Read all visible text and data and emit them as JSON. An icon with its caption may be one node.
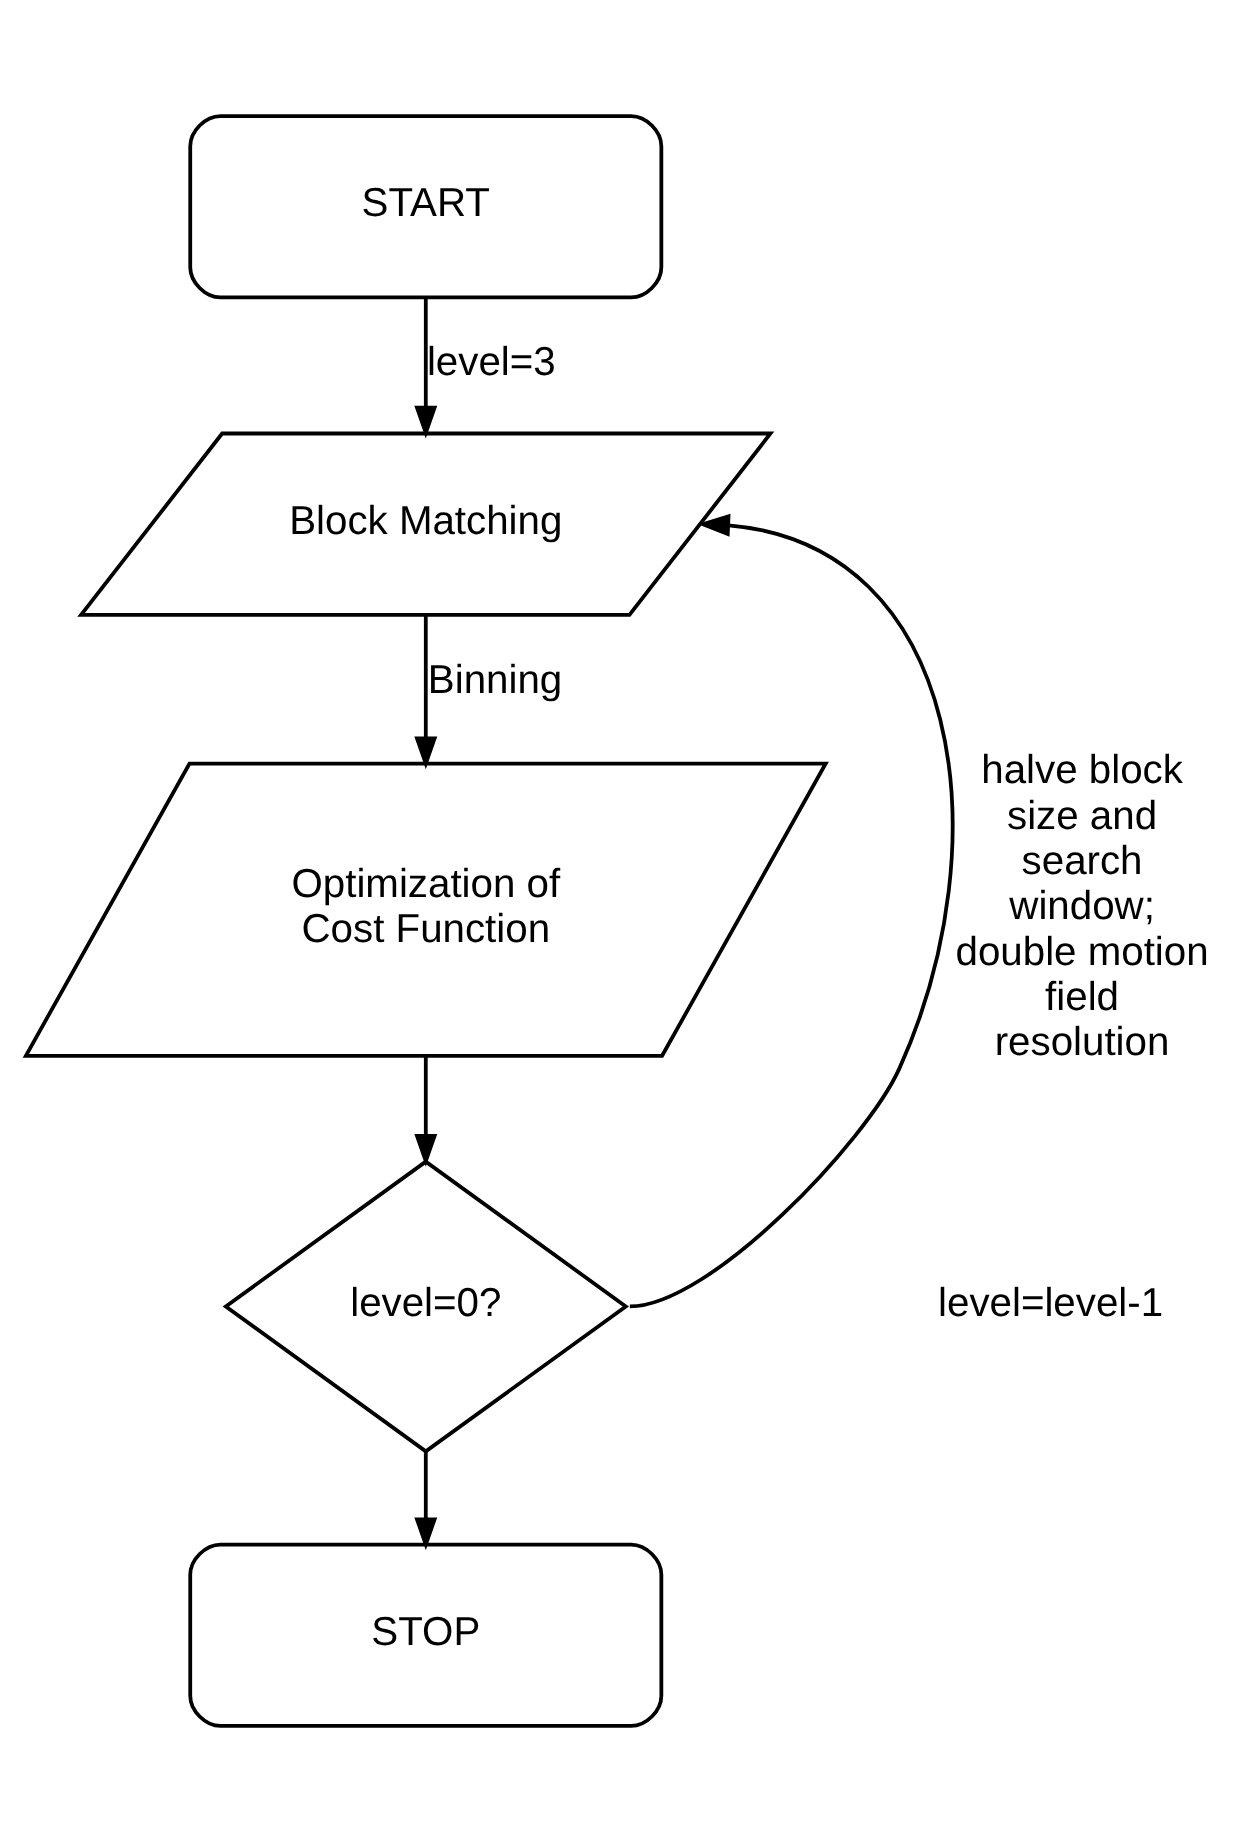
{
  "diagram": {
    "nodes": [
      {
        "text": [
          "START"
        ]
      },
      {
        "text": [
          "Block Matching"
        ]
      },
      {
        "text": [
          "Optimization of Cost Function"
        ]
      },
      {
        "text": [
          "level=0?"
        ]
      },
      {
        "text": [
          "STOP"
        ]
      }
    ],
    "edges": [
      {
        "from": 0,
        "to": 1,
        "arrow": "to",
        "label": "level=3"
      },
      {
        "from": 1,
        "to": 2,
        "arrow": "to",
        "label": "Binning"
      },
      {
        "from": 2,
        "to": 3,
        "arrow": "to"
      },
      {
        "from": 3,
        "to": 1,
        "arrow": "to",
        "label": "halve block size and search window; double motion field resolution"
      },
      {
        "from": 3,
        "to": 4,
        "arrow": "to"
      }
    ],
    "labels": [
      "level=level-1"
    ]
  }
}
